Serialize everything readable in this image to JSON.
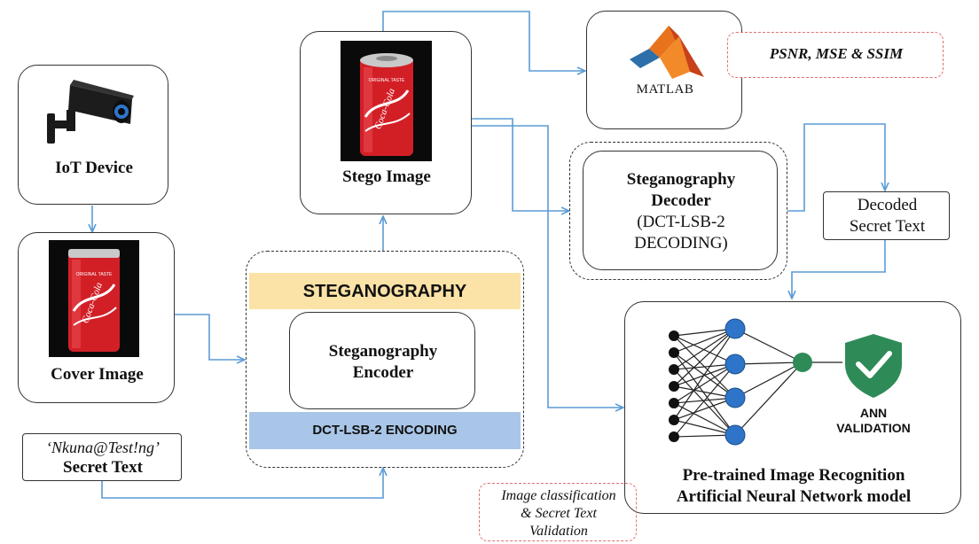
{
  "iot": {
    "label": "IoT Device"
  },
  "cover": {
    "label": "Cover Image"
  },
  "stego": {
    "label": "Stego Image"
  },
  "can": {
    "brand": "Coca-Cola",
    "tag": "ORIGINAL TASTE"
  },
  "matlab": {
    "label": "MATLAB"
  },
  "metrics": {
    "label": "PSNR, MSE & SSIM"
  },
  "decoder": {
    "line1": "Steganography",
    "line2": "Decoder",
    "line3": "(DCT-LSB-2",
    "line4": "DECODING)"
  },
  "decoded": {
    "line1": "Decoded",
    "line2": "Secret Text"
  },
  "steg": {
    "header": "STEGANOGRAPHY",
    "encoder_line1": "Steganography",
    "encoder_line2": "Encoder",
    "footer": "DCT-LSB-2 ENCODING"
  },
  "secret": {
    "value": "‘Nkuna@Test!ng’",
    "label": "Secret Text"
  },
  "ann": {
    "badge_line1": "ANN",
    "badge_line2": "VALIDATION",
    "title_line1": "Pre-trained Image Recognition",
    "title_line2": "Artificial Neural Network model"
  },
  "validation_note": {
    "line1": "Image classification",
    "line2": "& Secret Text",
    "line3": "Validation"
  },
  "colors": {
    "arrow": "#5b9bd5",
    "header_band": "#fbe2a6",
    "footer_band": "#a9c6e8",
    "node": "#2e75c9",
    "shield": "#2e8b57"
  }
}
